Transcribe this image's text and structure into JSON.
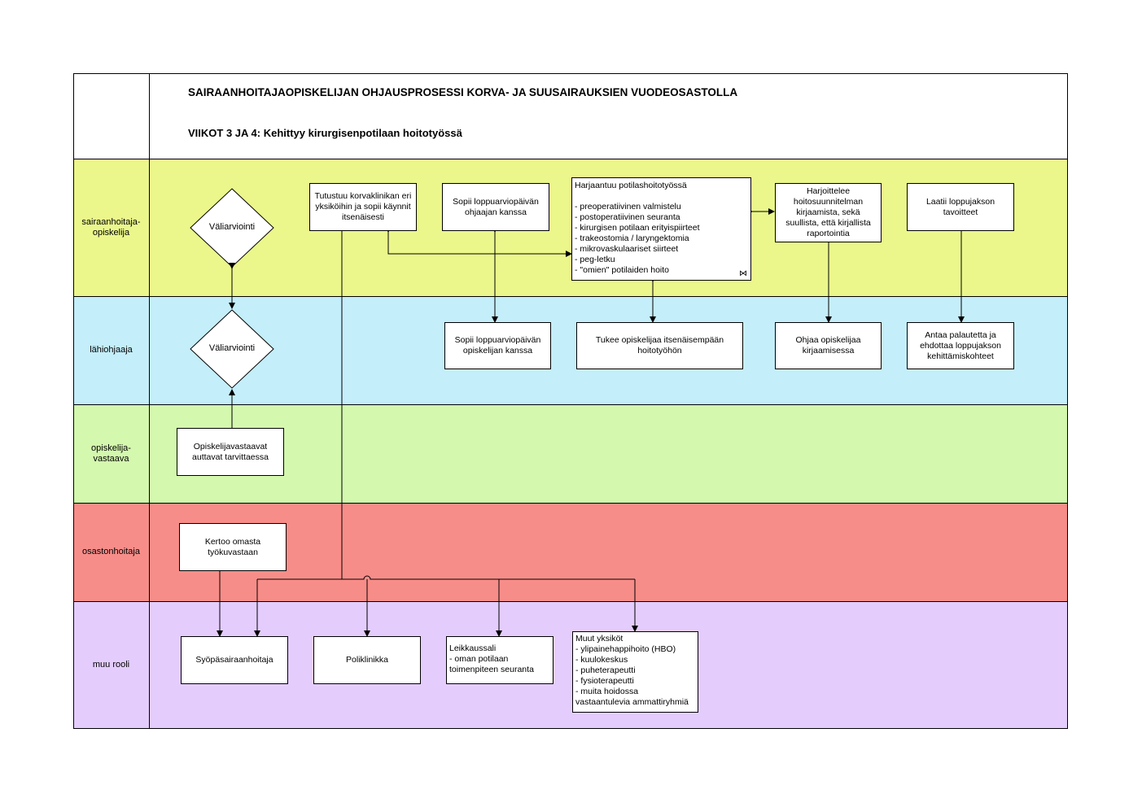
{
  "header": {
    "title": "SAIRAANHOITAJAOPISKELIJAN OHJAUSPROSESSI KORVA- JA SUUSAIRAUKSIEN VUODEOSASTOLLA",
    "subtitle": "VIIKOT 3 JA 4: Kehittyy kirurgisenpotilaan hoitotyössä"
  },
  "lanes": [
    {
      "label": "sairaanhoitaja-\nopiskelija",
      "color": "#ebf78b"
    },
    {
      "label": "lähiohjaaja",
      "color": "#c4eefa"
    },
    {
      "label": "opiskelija-\nvastaava",
      "color": "#d4f8ae"
    },
    {
      "label": "osastonhoitaja",
      "color": "#f78d89"
    },
    {
      "label": "muu rooli",
      "color": "#e4cdfc"
    }
  ],
  "decisions": {
    "student": "Väliarviointi",
    "supervisor": "Väliarviointi"
  },
  "nodes": {
    "tutustuu": "Tutustuu korvaklinikan eri yksiköihin ja sopii käynnit itsenäisesti",
    "sopii_ohjaaja": "Sopii loppuarviopäivän ohjaajan kanssa",
    "harjaantuu_title": "Harjaantuu potilashoitotyössä",
    "harjaantuu_items": [
      "- preoperatiivinen valmistelu",
      "- postoperatiivinen seuranta",
      "- kirurgisen potilaan erityispiirteet",
      "- trakeostomia / laryngektomia",
      "- mikrovaskulaariset siirteet",
      "- peg-letku",
      "- \"omien\" potilaiden hoito"
    ],
    "harjoittelee": "Harjoittelee hoitosuunnitelman kirjaamista, sekä suullista, että kirjallista raportointia",
    "laatii": "Laatii loppujakson tavoitteet",
    "sopii_opiskelija": "Sopii loppuarviopäivän opiskelijan kanssa",
    "tukee": "Tukee opiskelijaa itsenäisempään hoitotyöhön",
    "ohjaa": "Ohjaa opiskelijaa kirjaamisessa",
    "antaa": "Antaa palautetta ja ehdottaa loppujakson kehittämiskohteet",
    "opiskelijavastaavat": "Opiskelijavastaavat auttavat tarvittaessa",
    "kertoo": "Kertoo omasta työkuvastaan",
    "syopa": "Syöpäsairaanhoitaja",
    "poliklinikka": "Poliklinikka",
    "leikkaussali": "Leikkaussali\n- oman potilaan toimenpiteen seuranta",
    "muut_title": "Muut yksiköt",
    "muut_items": [
      "- ylipainehappihoito (HBO)",
      "- kuulokeskus",
      "- puheterapeutti",
      "- fysioterapeutti",
      "- muita hoidossa vastaantulevia ammattiryhmiä"
    ]
  }
}
